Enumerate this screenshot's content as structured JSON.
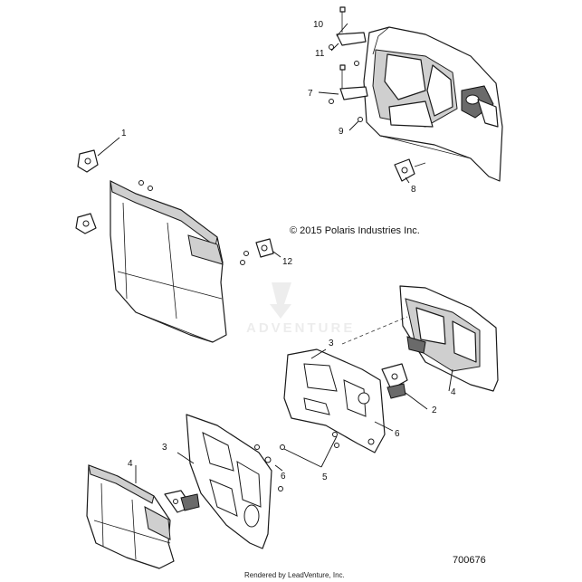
{
  "diagram": {
    "copyright": "© 2015 Polaris Industries Inc.",
    "document_number": "700676",
    "credit": "Rendered by LeadVenture, Inc.",
    "watermark": "ADVENTURE",
    "callouts": {
      "c1": "1",
      "c2": "2",
      "c3a": "3",
      "c3b": "3",
      "c4a": "4",
      "c4b": "4",
      "c5": "5",
      "c6a": "6",
      "c6b": "6",
      "c7": "7",
      "c8": "8",
      "c9": "9",
      "c10": "10",
      "c11": "11",
      "c12": "12"
    }
  }
}
